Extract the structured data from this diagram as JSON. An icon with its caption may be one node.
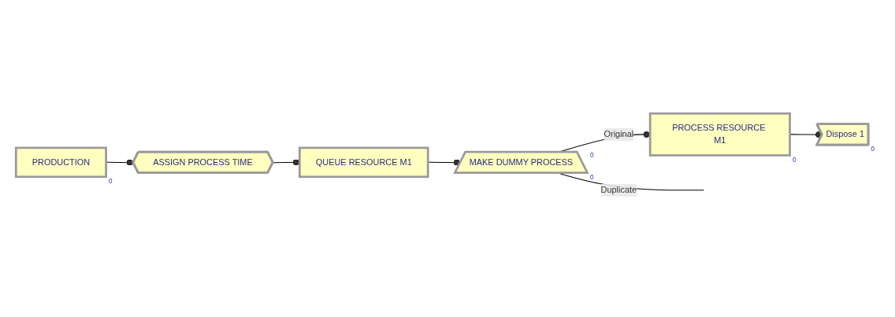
{
  "diagram": {
    "nodes": [
      {
        "text": [
          "PRODUCTION"
        ],
        "beside": [
          "0"
        ]
      },
      {
        "text": [
          "ASSIGN PROCESS TIME"
        ]
      },
      {
        "text": [
          "QUEUE RESOURCE M1"
        ]
      },
      {
        "text": [
          "MAKE DUMMY PROCESS"
        ],
        "beside": [
          "0",
          "0"
        ]
      },
      {
        "text": [
          "PROCESS RESOURCE M1"
        ],
        "beside": [
          "0"
        ]
      },
      {
        "text": [
          "Dispose 1"
        ],
        "beside": [
          "0"
        ]
      }
    ],
    "edges": [
      {
        "from": 0,
        "to": 1,
        "arrow": "other"
      },
      {
        "from": 1,
        "to": 2,
        "arrow": "other"
      },
      {
        "from": 2,
        "to": 3,
        "arrow": "other"
      },
      {
        "from": 3,
        "to": 4,
        "arrow": "other",
        "label": "Original"
      },
      {
        "from": 3,
        "to": null,
        "arrow": "none",
        "label": "Duplicate"
      },
      {
        "from": 4,
        "to": 5,
        "arrow": "other"
      }
    ]
  }
}
